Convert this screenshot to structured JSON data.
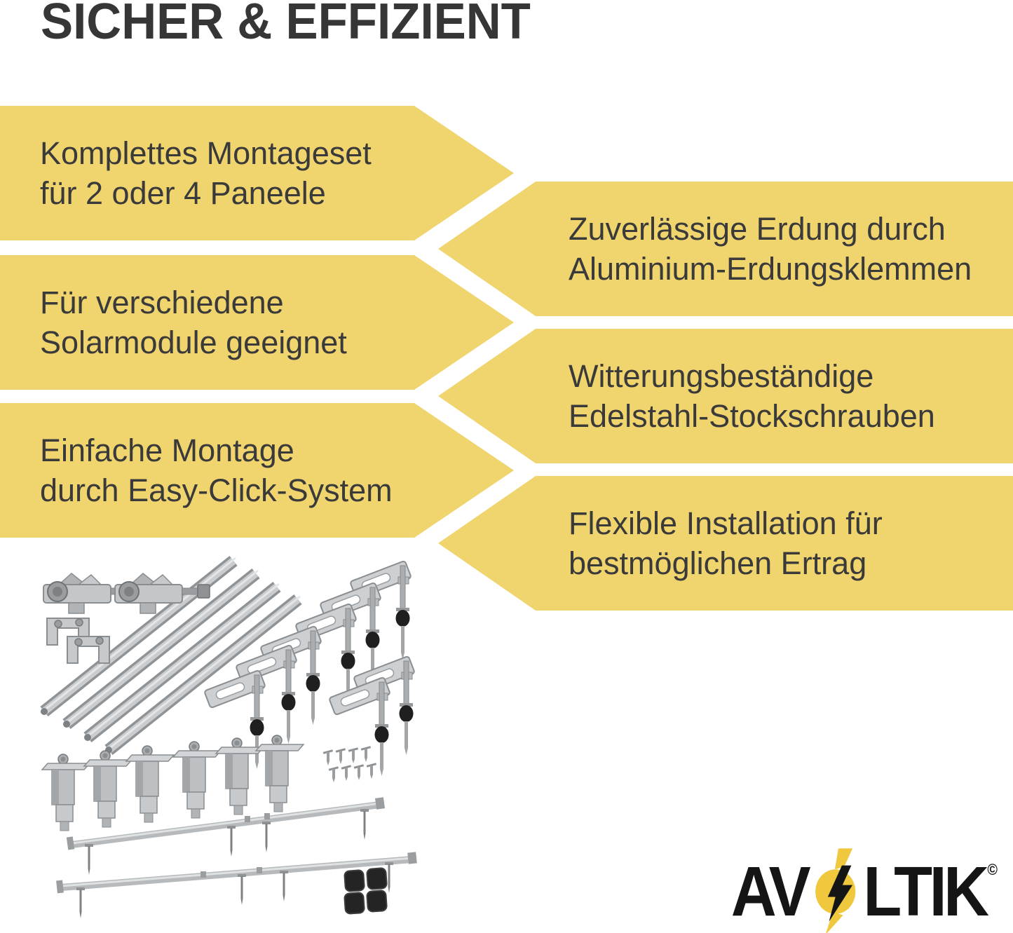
{
  "title": "SICHER & EFFIZIENT",
  "banners": {
    "left": [
      {
        "lines": [
          "Komplettes Montageset",
          "für 2 oder 4 Paneele"
        ]
      },
      {
        "lines": [
          "Für verschiedene",
          "Solarmodule geeignet"
        ]
      },
      {
        "lines": [
          "Einfache Montage",
          "durch Easy-Click-System"
        ]
      }
    ],
    "right": [
      {
        "lines": [
          "Zuverlässige Erdung durch",
          "Aluminium-Erdungsklemmen"
        ]
      },
      {
        "lines": [
          "Witterungsbeständige",
          "Edelstahl-Stockschrauben"
        ]
      },
      {
        "lines": [
          "Flexible Installation für",
          "bestmöglichen Ertrag"
        ]
      }
    ]
  },
  "logo": {
    "prefix": "AV",
    "suffix": "LTIK",
    "copyright": "©",
    "o_icon": "lightning-bolt-icon"
  },
  "product_kit": {
    "components": [
      "roof-hook-clamps",
      "u-channel-brackets",
      "mounting-rails",
      "hanger-bolts",
      "fastening-screws",
      "module-clamps",
      "cross-rails",
      "rubber-end-caps"
    ]
  },
  "colors": {
    "background": "#FFFFFF",
    "banner_yellow": "#F0D46E",
    "text_dark": "#3A3A3A",
    "title_dark": "#363636",
    "logo_black": "#151515",
    "logo_yellow": "#EFC83E",
    "metal_light": "#D2D5D7",
    "metal_mid": "#AAAEB1",
    "metal_dark": "#8A8E91"
  }
}
